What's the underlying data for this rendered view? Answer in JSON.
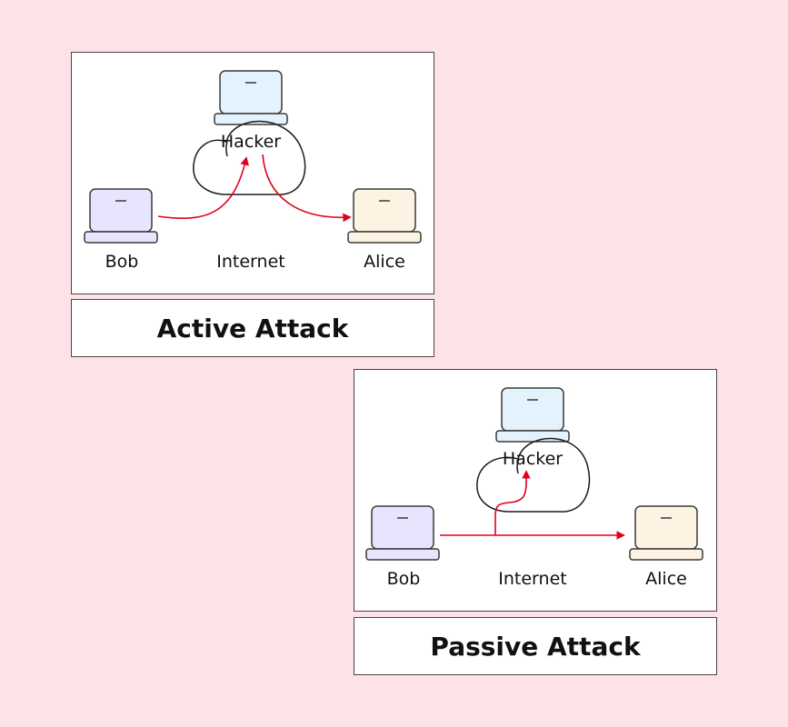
{
  "colors": {
    "background": "#fde3e7",
    "arrow": "#e0001b",
    "outline": "#3a3a3a",
    "bob_fill": "#e6e5fd",
    "hacker_fill": "#e3f2fd",
    "alice_fill": "#fdf3e3"
  },
  "active": {
    "caption": "Active Attack",
    "nodes": {
      "hacker": "Hacker",
      "bob": "Bob",
      "internet": "Internet",
      "alice": "Alice"
    }
  },
  "passive": {
    "caption": "Passive Attack",
    "nodes": {
      "hacker": "Hacker",
      "bob": "Bob",
      "internet": "Internet",
      "alice": "Alice"
    }
  }
}
